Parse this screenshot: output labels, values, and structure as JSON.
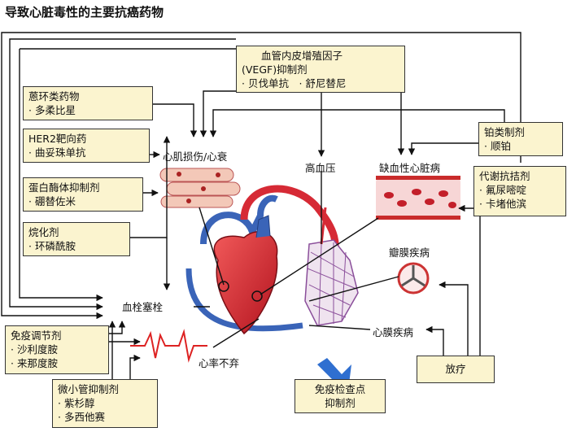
{
  "title": "导致心脏毒性的主要抗癌药物",
  "boxes": {
    "vegf": {
      "line1": "血管内皮增殖因子",
      "line2": "(VEGF)抑制剂",
      "line3": "· 贝伐单抗　· 舒尼替尼"
    },
    "anthracycline": {
      "name": "蒽环类药物",
      "drug": "· 多柔比星"
    },
    "her2": {
      "name": "HER2靶向药",
      "drug": "· 曲妥珠单抗"
    },
    "proteasome": {
      "name": "蛋白酶体抑制剂",
      "drug": "· 硼替佐米"
    },
    "alkylating": {
      "name": "烷化剂",
      "drug": "· 环磷酰胺"
    },
    "platinum": {
      "name": "铂类制剂",
      "drug": "· 顺铂"
    },
    "antimetabolite": {
      "name": "代谢抗拮剂",
      "drug1": "· 氟尿嘧啶",
      "drug2": "· 卡堵他滨"
    },
    "immunomodulator": {
      "name": "免疫调节剂",
      "drug1": "· 沙利度胺",
      "drug2": "· 来那度胺"
    },
    "microtubule": {
      "name": "微小管抑制剂",
      "drug1": "· 紫杉醇",
      "drug2": "· 多西他赛"
    },
    "checkpoint": {
      "line1": "免疫检查点",
      "line2": "抑制剂"
    },
    "radiotherapy": {
      "name": "放疗"
    }
  },
  "labels": {
    "cardiomyopathy": "心肌损伤/心衰",
    "hypertension": "高血压",
    "ischemic": "缺血性心脏病",
    "valvular": "瓣膜疾病",
    "thrombo": "血栓塞栓",
    "arrhythmia": "心率不弃",
    "pericardial": "心膜疾病"
  },
  "colors": {
    "box_fill": "#fbf4cf",
    "arrow_blue": "#2f6fd0",
    "heart_red": "#d62a35",
    "vessel_blue": "#3a64b8"
  }
}
